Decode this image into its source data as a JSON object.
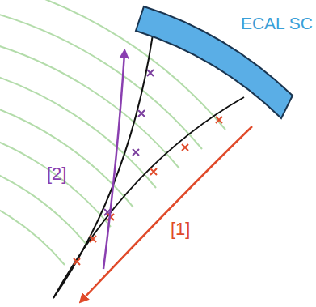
{
  "diagram": {
    "nodes": [
      {
        "text": [
          "ECAL SC"
        ]
      }
    ],
    "labels": [
      "[2]",
      "[1]"
    ]
  }
}
